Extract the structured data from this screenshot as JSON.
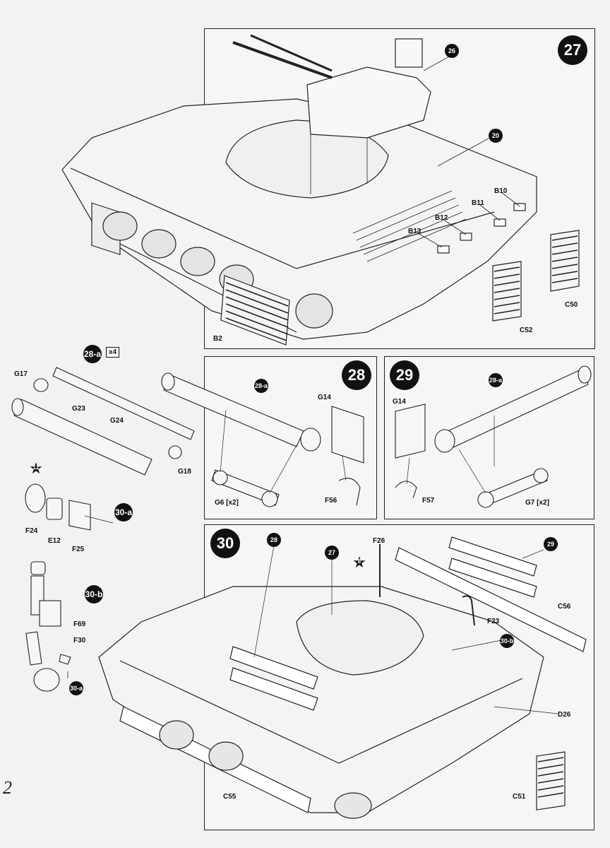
{
  "steps": {
    "s27": "27",
    "s28": "28",
    "s29": "29",
    "s30": "30",
    "s28a": "28-a",
    "s30a": "30-a",
    "s30b": "30-b",
    "qty": "x4"
  },
  "refs": {
    "r26": "26",
    "r20": "20",
    "r28a_in28": "28-a",
    "r28a_in29": "28-a",
    "r28": "28",
    "r27": "27",
    "r29": "29",
    "r30b": "30-b",
    "r30a": "30-a",
    "paint12": "12",
    "paint8": "8"
  },
  "parts27": {
    "b10": "B10",
    "b11": "B11",
    "b12": "B12",
    "b13": "B13",
    "b2": "B2",
    "c50": "C50",
    "c52": "C52"
  },
  "parts28a": {
    "g17": "G17",
    "g23": "G23",
    "g24": "G24",
    "g18": "G18",
    "f24": "F24",
    "e12": "E12",
    "f25": "F25"
  },
  "parts28": {
    "g14": "G14",
    "g6": "G6 [x2]",
    "f56": "F56"
  },
  "parts29": {
    "g14": "G14",
    "g7": "G7 [x2]",
    "f57": "F57"
  },
  "parts30b": {
    "f69": "F69",
    "f30": "F30"
  },
  "parts30": {
    "f26": "F26",
    "f23": "F23",
    "c56": "C56",
    "d26": "D26",
    "c51": "C51",
    "c55": "C55"
  },
  "page_number": "2"
}
